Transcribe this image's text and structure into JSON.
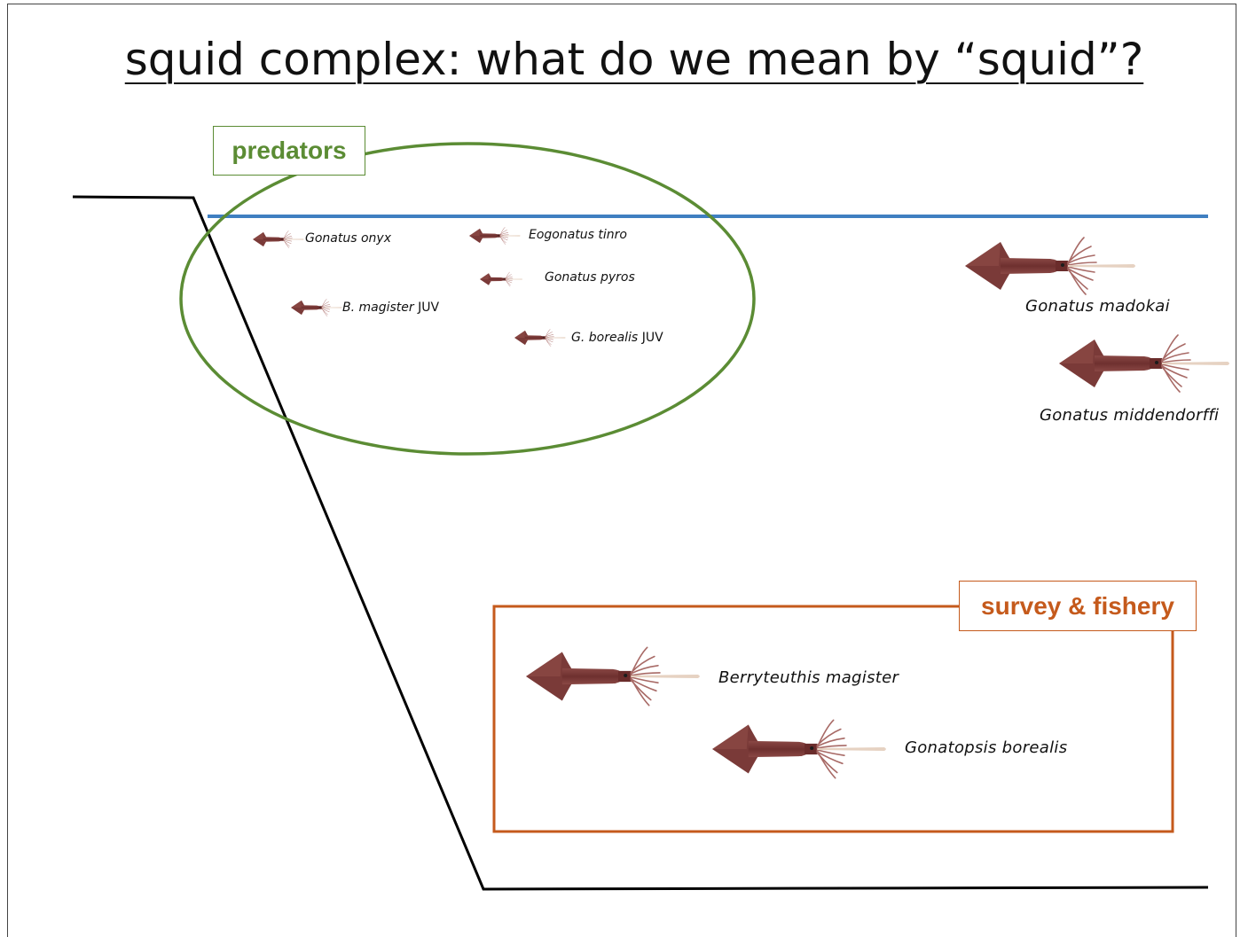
{
  "slide": {
    "title": "squid complex: what do we mean by “squid”?"
  },
  "groups": {
    "predators": {
      "label": "predators",
      "color": "#5b8c34"
    },
    "survey": {
      "label": "survey & fishery",
      "color": "#c55a1c"
    }
  },
  "colors": {
    "surface_line": "#3f7fc1",
    "seafloor_profile": "#000000",
    "squid_body": "#7a3a38"
  },
  "species": [
    {
      "name": "Gonatus onyx",
      "suffix": ""
    },
    {
      "name": "Eogonatus tinro",
      "suffix": ""
    },
    {
      "name": "Gonatus pyros",
      "suffix": ""
    },
    {
      "name": "B. magister",
      "suffix": "JUV"
    },
    {
      "name": "G. borealis",
      "suffix": "JUV"
    },
    {
      "name": "Gonatus madokai",
      "suffix": ""
    },
    {
      "name": "Gonatus middendorffi",
      "suffix": ""
    },
    {
      "name": "Berryteuthis magister",
      "suffix": ""
    },
    {
      "name": "Gonatopsis borealis",
      "suffix": ""
    }
  ]
}
